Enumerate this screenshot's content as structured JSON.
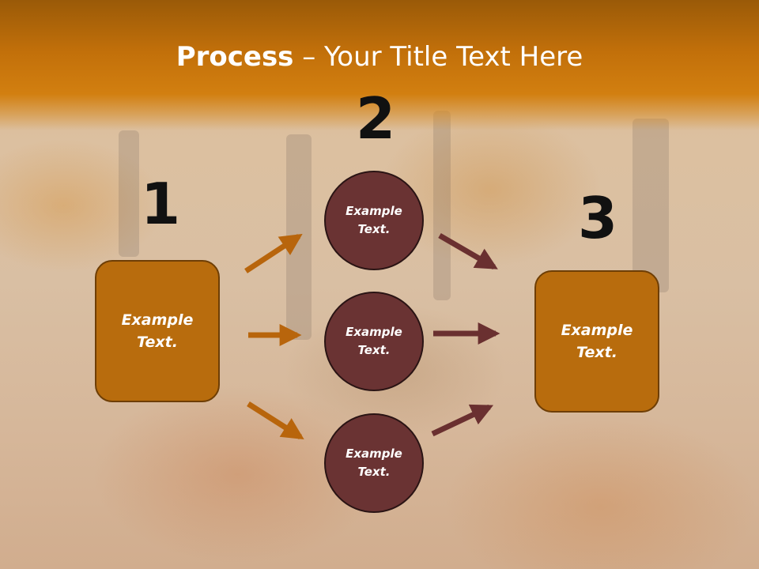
{
  "title": {
    "bold": "Process",
    "rest": " – Your Title Text Here"
  },
  "steps": [
    {
      "number": "1",
      "label": "Example Text."
    },
    {
      "number": "2",
      "items": [
        "Example Text.",
        "Example Text.",
        "Example Text."
      ]
    },
    {
      "number": "3",
      "label": "Example Text."
    }
  ],
  "colors": {
    "header": "#c2700a",
    "box_fill": "#b86c0d",
    "circle_fill": "#6a3333",
    "arrow_in": "#b8650c",
    "arrow_out": "#6a3030",
    "number_text": "#111111"
  }
}
